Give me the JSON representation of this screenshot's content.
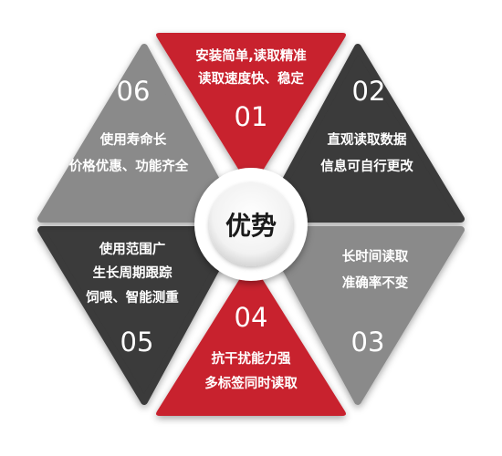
{
  "center": {
    "label": "优势"
  },
  "colors": {
    "red": "#c8202d",
    "dark": "#3a3a3a",
    "gray": "#8a8a8a",
    "text": "#ffffff",
    "center_text": "#1a1a1a"
  },
  "segments": [
    {
      "number": "01",
      "lines": [
        "安装简单,读取精准",
        "读取速度快、稳定"
      ],
      "color": "red"
    },
    {
      "number": "02",
      "lines": [
        "直观读取数据",
        "信息可自行更改"
      ],
      "color": "dark"
    },
    {
      "number": "03",
      "lines": [
        "长时间读取",
        "准确率不变"
      ],
      "color": "gray"
    },
    {
      "number": "04",
      "lines": [
        "抗干扰能力强",
        "多标签同时读取"
      ],
      "color": "red"
    },
    {
      "number": "05",
      "lines": [
        "使用范围广",
        "生长周期跟踪",
        "饲喂、智能测重"
      ],
      "color": "dark"
    },
    {
      "number": "06",
      "lines": [
        "使用寿命长",
        "价格优惠、功能齐全"
      ],
      "color": "gray"
    }
  ]
}
